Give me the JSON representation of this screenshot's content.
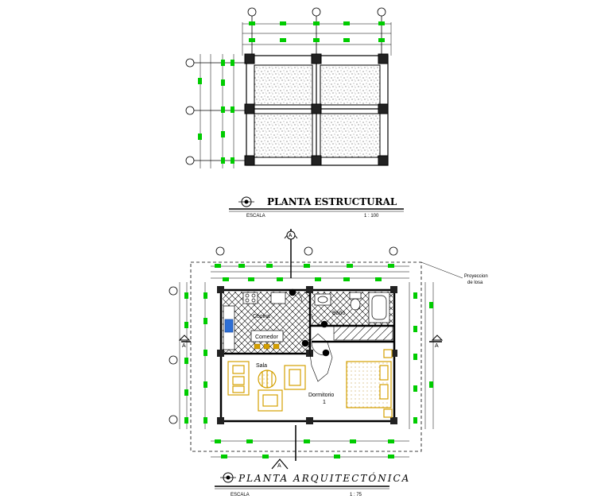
{
  "structural_plan": {
    "title": "PLANTA ESTRUCTURAL",
    "scale_label": "ESCALA",
    "scale_value": "1 : 100"
  },
  "architectural_plan": {
    "title": "PLANTA ARQUITECTÓNICA",
    "scale_label": "ESCALA",
    "scale_value": "1 : 75",
    "rooms": {
      "kitchen": "Cocina",
      "dining": "Comedor",
      "bath": "Baño",
      "living": "Sala",
      "bedroom": "Dormitorio",
      "bedroom_number": "1"
    },
    "slab_note_line1": "Proyeccion",
    "slab_note_line2": "de losa",
    "section_mark": "A"
  },
  "colors": {
    "line": "#000000",
    "dimension_marks": "#00cc00",
    "furniture": "#d4a000",
    "hatch_grey": "#666666"
  }
}
